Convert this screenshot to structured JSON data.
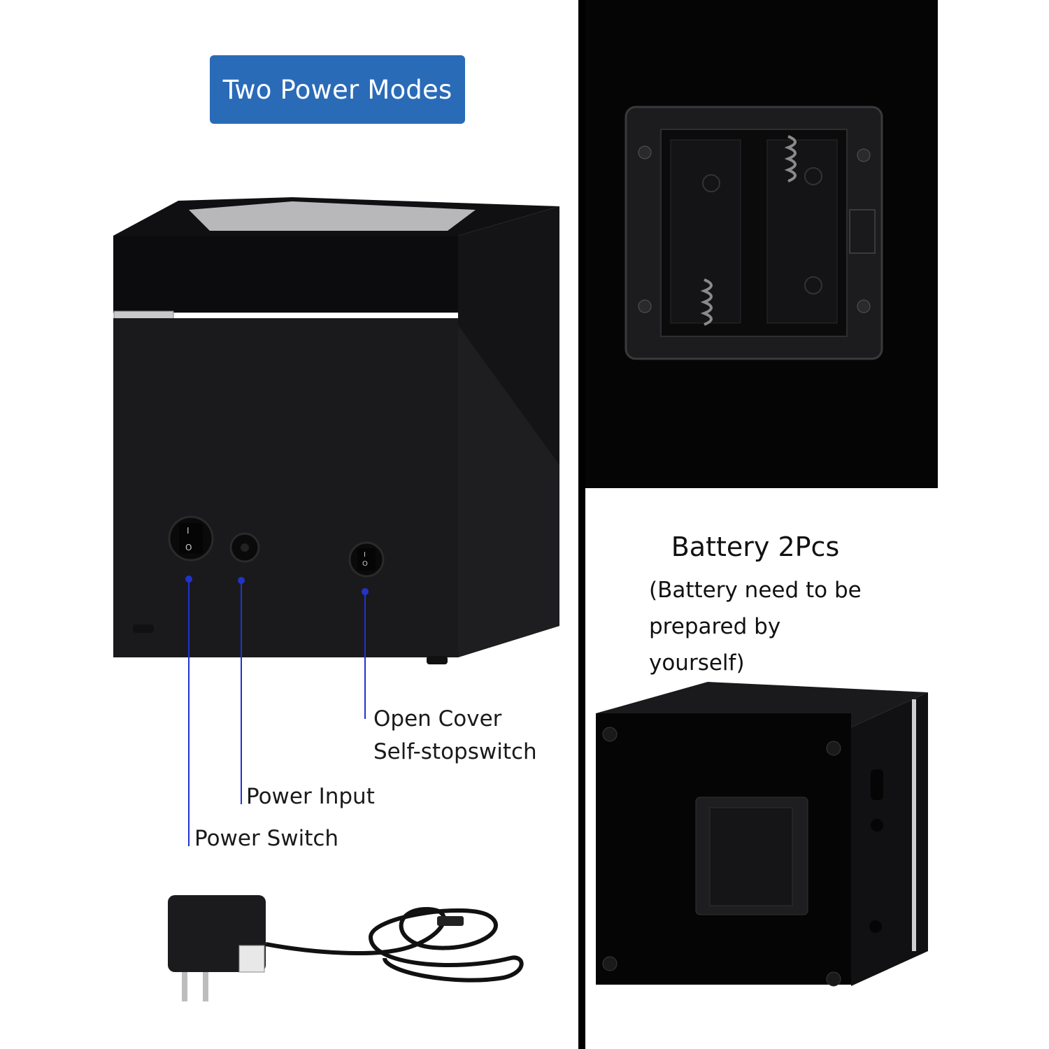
{
  "title": "Two Power Modes",
  "callouts": {
    "power_switch": "Power Switch",
    "power_input": "Power Input",
    "open_cover_line1": "Open Cover",
    "open_cover_line2": "Self-stopswitch"
  },
  "battery": {
    "title": "Battery 2Pcs",
    "note_line1": "(Battery need to be",
    "note_line2": "prepared by yourself)"
  },
  "switch_marks": {
    "on": "I",
    "off": "O"
  },
  "colors": {
    "badge": "#2a6bb8",
    "callout_line": "#2233cc",
    "product_black": "#0c0c0e",
    "panel_bg": "#050505"
  }
}
